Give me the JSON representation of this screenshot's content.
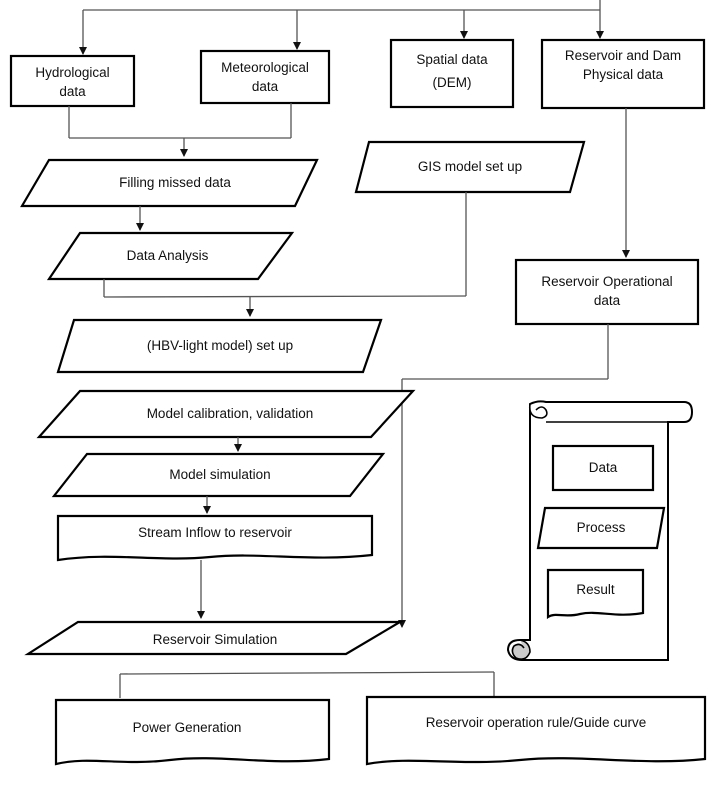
{
  "data_inputs": {
    "hydrological": [
      "Hydrological",
      "data"
    ],
    "meteorological": [
      "Meteorological",
      "data"
    ],
    "spatial": [
      "Spatial data",
      "(DEM)"
    ],
    "reservoir_dam": [
      "Reservoir and Dam",
      "Physical data"
    ]
  },
  "processes": {
    "filling_missed": "Filling missed data",
    "data_analysis": "Data Analysis",
    "gis_setup": "GIS model set up",
    "hbv_setup": "(HBV-light model) set up",
    "calibration": "Model calibration, validation",
    "simulation": "Model simulation",
    "reservoir_simulation": "Reservoir Simulation"
  },
  "data_nodes": {
    "reservoir_operational": [
      "Reservoir Operational",
      "data"
    ]
  },
  "results": {
    "stream_inflow": "Stream Inflow to reservoir",
    "power_generation": "Power Generation",
    "guide_curve": "Reservoir operation rule/Guide curve"
  },
  "legend": {
    "data": "Data",
    "process": "Process",
    "result": "Result"
  }
}
